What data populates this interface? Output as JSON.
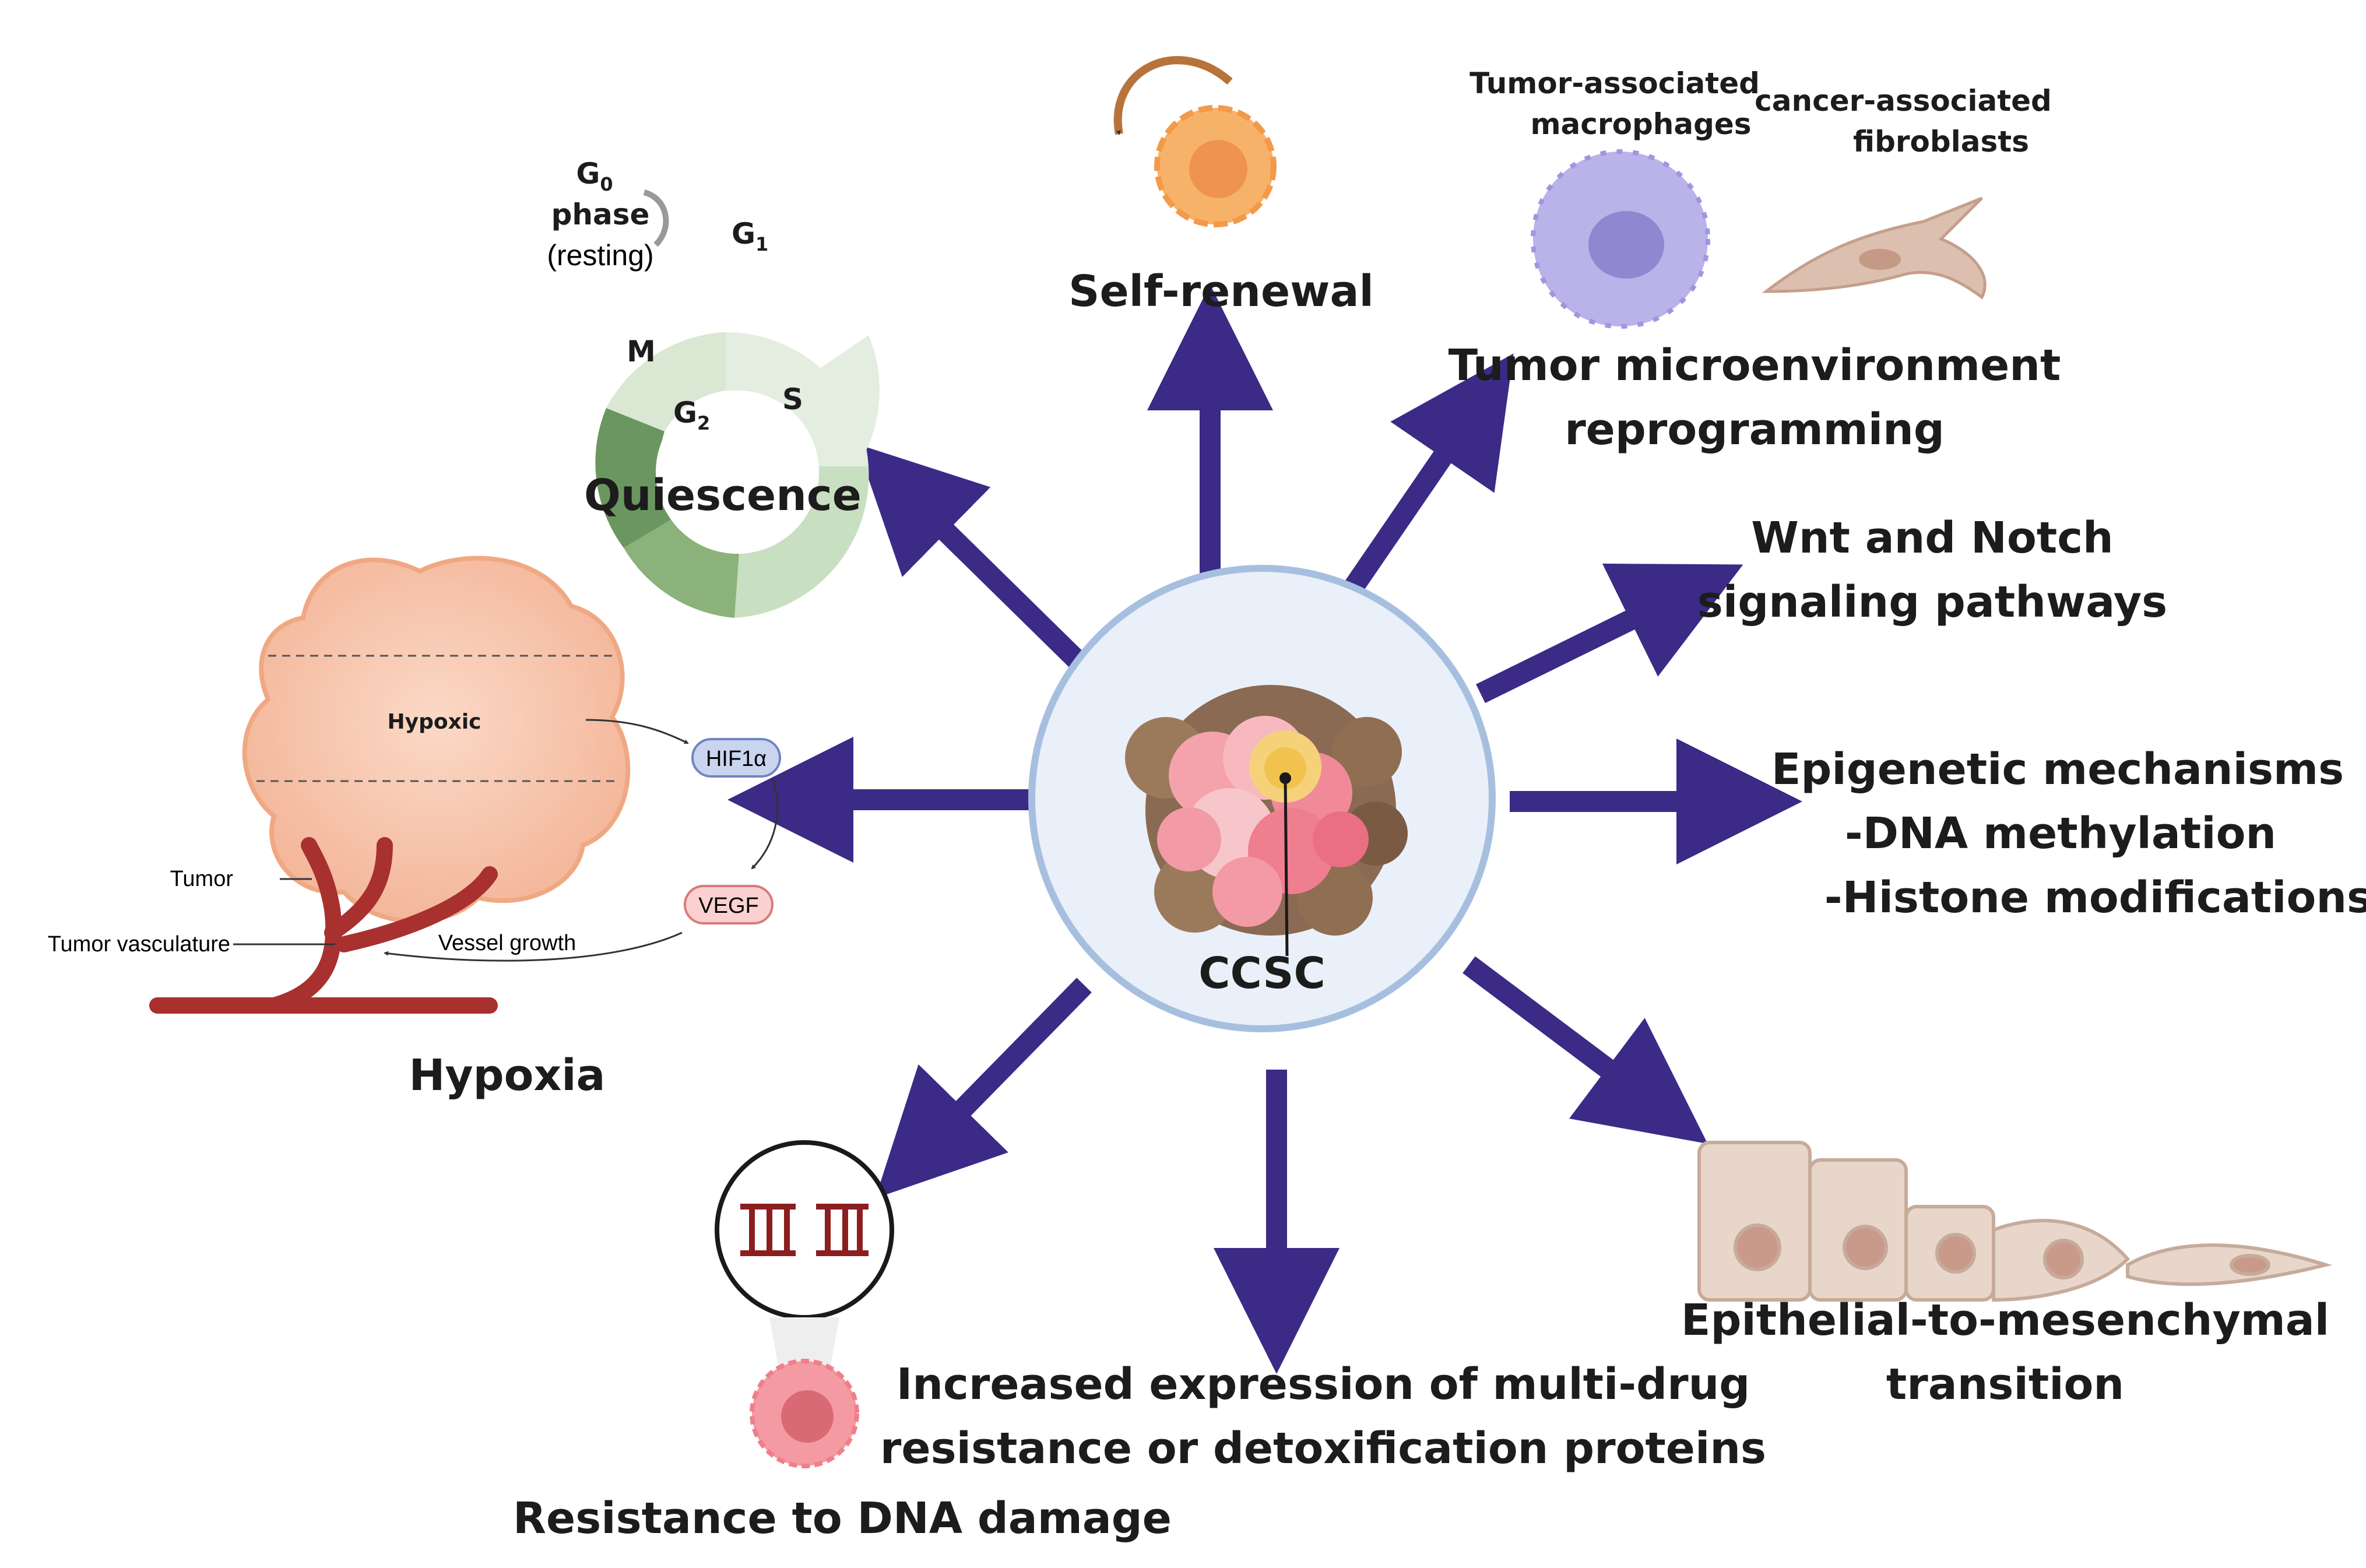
{
  "center": {
    "label": "CCSC"
  },
  "nodes": {
    "self_renewal": "Self-renewal",
    "tme": {
      "line1": "Tumor microenvironment",
      "line2": "reprogramming",
      "tam_line1": "Tumor-associated",
      "tam_line2": "macrophages",
      "caf_line1": "cancer-associated",
      "caf_line2": "fibroblasts"
    },
    "wnt": {
      "line1": "Wnt and Notch",
      "line2": "signaling pathways"
    },
    "epigenetic": {
      "line1": "Epigenetic mechanisms",
      "line2": "-DNA methylation",
      "line3": "-Histone modifications"
    },
    "emt": {
      "line1": "Epithelial-to-mesenchymal",
      "line2": "transition"
    },
    "mdr": {
      "line1": "Increased expression of multi-drug",
      "line2": "resistance or detoxification proteins"
    },
    "dna": "Resistance to DNA damage",
    "hypoxia": {
      "title": "Hypoxia",
      "hypoxic": "Hypoxic",
      "hif": "HIF1α",
      "vegf": "VEGF",
      "tumor": "Tumor",
      "vasculature": "Tumor vasculature",
      "vessel_growth": "Vessel growth"
    },
    "quiescence": {
      "title": "Quiescence",
      "g0_line1": "G",
      "g0_sub": "0",
      "g0_line2": "phase",
      "g0_line3": "(resting)",
      "g1": "G",
      "g1_sub": "1",
      "s": "S",
      "g2": "G",
      "g2_sub": "2",
      "m": "M"
    }
  },
  "colors": {
    "arrow": "#3b2a86",
    "circle_fill": "#e9f0f9",
    "circle_stroke": "#a7bfdf"
  }
}
